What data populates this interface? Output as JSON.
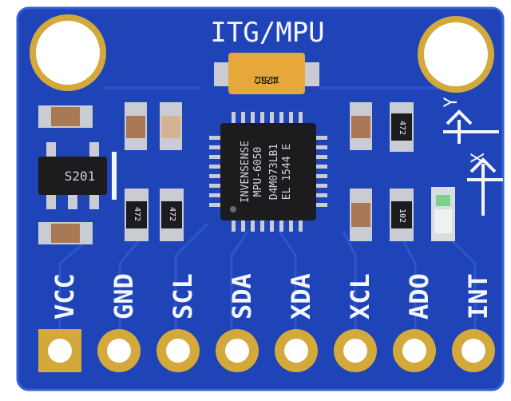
{
  "board": {
    "title": "ITG/MPU",
    "colors": {
      "pcb": "#1e44b8",
      "pcb_edge": "#2a57d1",
      "silk": "#f4f6ff",
      "gold": "#d4a93c",
      "chip": "#1c1c1f"
    }
  },
  "chip": {
    "line1": "INVENSENSE",
    "line2": "MPU-6050",
    "line3": "D4M073LB1",
    "line4": "EL 1544 E"
  },
  "regulator": {
    "label": "S201"
  },
  "capacitor": {
    "line1": "475C",
    "line2": "115C2"
  },
  "resistors": {
    "r1": "472",
    "r2": "472",
    "r3": "472",
    "r4": "102"
  },
  "axes": {
    "y": "Y",
    "x": "X"
  },
  "pins": [
    "VCC",
    "GND",
    "SCL",
    "SDA",
    "XDA",
    "XCL",
    "ADO",
    "INT"
  ]
}
